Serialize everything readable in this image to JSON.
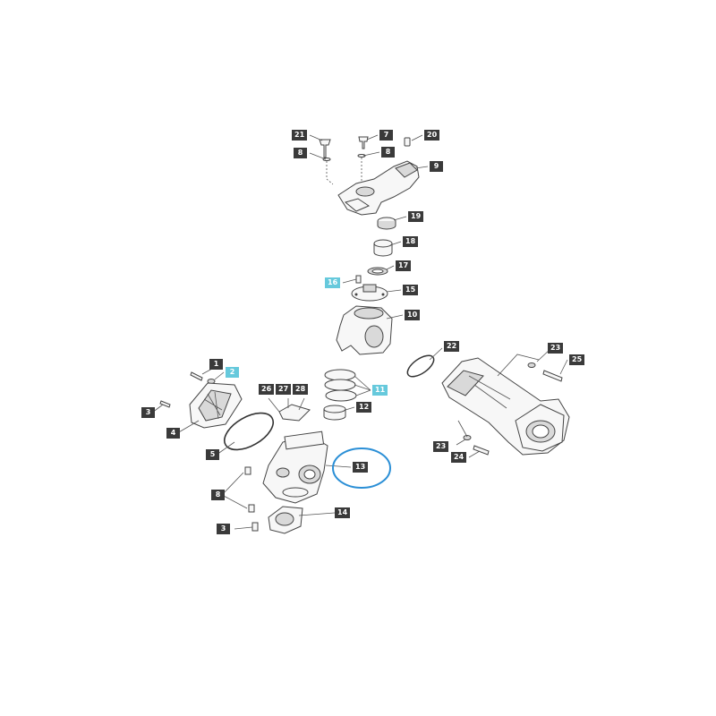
{
  "highlight_color": "#66c9dc",
  "callout_circle_color": "#2b8fd6",
  "tag_color": "#3a3a3a",
  "callouts": {
    "c1": "1",
    "c2": "2",
    "c3a": "3",
    "c3b": "3",
    "c4": "4",
    "c5": "5",
    "c7": "7",
    "c8a": "8",
    "c8b": "8",
    "c8c": "8",
    "c9": "9",
    "c10": "10",
    "c11": "11",
    "c12": "12",
    "c13": "13",
    "c14": "14",
    "c15": "15",
    "c16": "16",
    "c17": "17",
    "c18": "18",
    "c19": "19",
    "c20": "20",
    "c21": "21",
    "c22": "22",
    "c23a": "23",
    "c23b": "23",
    "c24": "24",
    "c25": "25",
    "c26": "26",
    "c27": "27",
    "c28": "28"
  }
}
